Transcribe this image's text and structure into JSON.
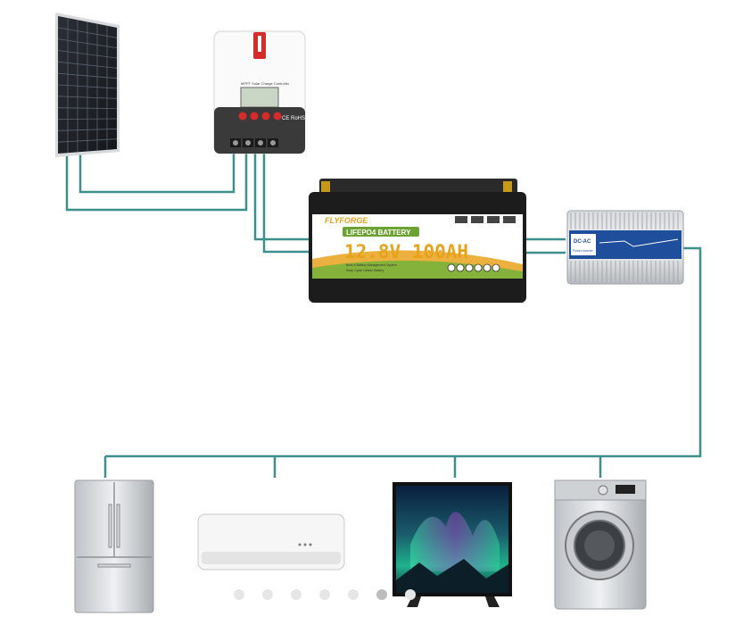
{
  "colors": {
    "wire": "#3d8f8c",
    "battery_accent": "#e7a21c",
    "battery_body": "#1c1c1c",
    "inverter_label": "#1f4f9c"
  },
  "controller": {
    "display_text": "MPPT Solar Charge Controller",
    "cert_mark": "CE RoHS"
  },
  "battery": {
    "brand": "FLYFORGE",
    "type_label": "LIFEPO4 BATTERY",
    "spec": "12.8V 100AH",
    "feature_1": "Built-in Battery Management System",
    "feature_2": "Deep Cycle Lithium Battery"
  },
  "inverter": {
    "label_title": "DC-AC",
    "label_sub": "Power Inverter"
  },
  "carousel": {
    "count": 7,
    "active_index": 5
  }
}
